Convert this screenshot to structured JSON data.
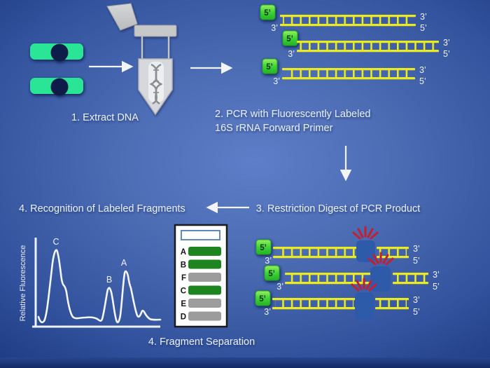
{
  "steps": {
    "extract": "1. Extract DNA",
    "pcr_line1": "2. PCR with Fluorescently Labeled",
    "pcr_line2": "16S rRNA Forward Primer",
    "digest": "3. Restriction Digest of PCR Product",
    "recognition": "4. Recognition of Labeled Fragments",
    "separation": "4. Fragment Separation"
  },
  "dna_labels": {
    "five_prime": "5’",
    "three_prime": "3’"
  },
  "chart_data": {
    "type": "line",
    "title": "",
    "xlabel": "",
    "ylabel": "Relative Fluorescence",
    "legend": "none",
    "grid": false,
    "axis_color": "white",
    "peaks": [
      {
        "label": "C",
        "x_relative": 0.17,
        "relative_height": 0.85,
        "note": "tallest peak, shoulder on right slope"
      },
      {
        "label": "B",
        "x_relative": 0.6,
        "relative_height": 0.42,
        "note": "small narrow peak"
      },
      {
        "label": "A",
        "x_relative": 0.73,
        "relative_height": 0.62,
        "note": "medium peak with right shoulder, small bump after"
      }
    ]
  },
  "gel": {
    "lanes": [
      {
        "label": "A",
        "color": "#1d8420"
      },
      {
        "label": "B",
        "color": "#1d8420"
      },
      {
        "label": "F",
        "color": "#9c9c9c"
      },
      {
        "label": "C",
        "color": "#1d8420"
      },
      {
        "label": "E",
        "color": "#9c9c9c"
      },
      {
        "label": "D",
        "color": "#9c9c9c"
      }
    ]
  },
  "colors": {
    "background_center": "#5e7ec9",
    "background_edge": "#142e72",
    "dna_yellow": "#eaea22",
    "fluorophore_green": "#3fd437",
    "cell_green": "#2ae595",
    "nucleus_navy": "#0d1c4a",
    "enzyme_blue": "#2d5aa9",
    "cut_red": "#c22030",
    "band_green": "#1d8420",
    "band_gray": "#9c9c9c",
    "text_white": "#e9edf6"
  }
}
